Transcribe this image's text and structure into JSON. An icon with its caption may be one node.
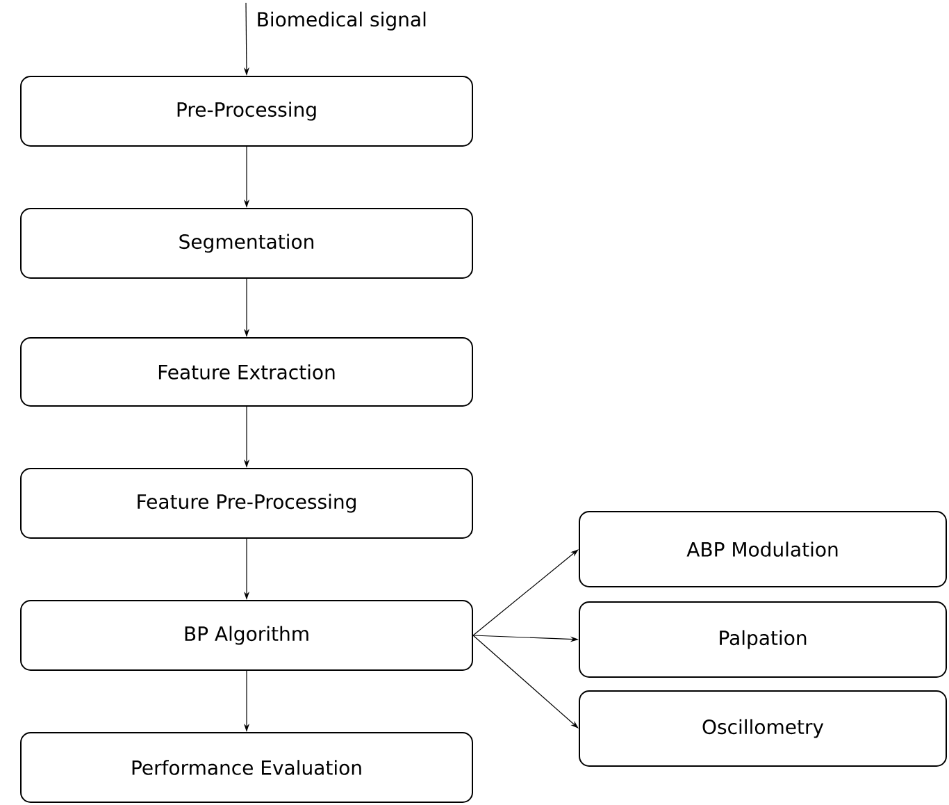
{
  "diagram": {
    "nodes": [
      {
        "text": [
          "Pre-Processing"
        ]
      },
      {
        "text": [
          "Segmentation"
        ]
      },
      {
        "text": [
          "Feature Extraction"
        ]
      },
      {
        "text": [
          "Feature Pre-Processing"
        ]
      },
      {
        "text": [
          "BP Algorithm"
        ]
      },
      {
        "text": [
          "Performance Evaluation"
        ]
      },
      {
        "text": [
          "ABP Modulation"
        ]
      },
      {
        "text": [
          "Palpation"
        ]
      },
      {
        "text": [
          "Oscillometry"
        ]
      }
    ],
    "edges": [
      {
        "from": null,
        "to": 0,
        "arrow": "to",
        "label": "Biomedical signal"
      },
      {
        "from": 0,
        "to": 1,
        "arrow": "to"
      },
      {
        "from": 1,
        "to": 2,
        "arrow": "to"
      },
      {
        "from": 2,
        "to": 3,
        "arrow": "to"
      },
      {
        "from": 3,
        "to": 4,
        "arrow": "to"
      },
      {
        "from": 4,
        "to": 5,
        "arrow": "to"
      },
      {
        "from": 4,
        "to": 6,
        "arrow": "to"
      },
      {
        "from": 4,
        "to": 7,
        "arrow": "to"
      },
      {
        "from": 4,
        "to": 8,
        "arrow": "to"
      }
    ]
  }
}
